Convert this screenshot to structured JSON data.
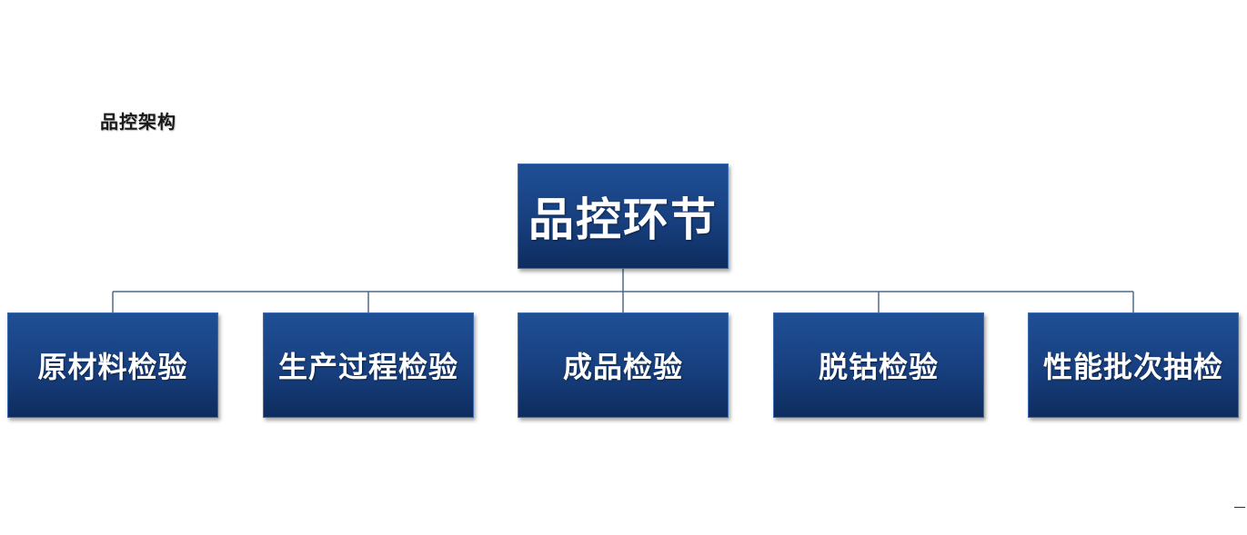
{
  "heading": "品控架构",
  "root": {
    "label": "品控环节"
  },
  "children": [
    {
      "label": "原材料检验"
    },
    {
      "label": "生产过程检验"
    },
    {
      "label": "成品检验"
    },
    {
      "label": "脱钴检验"
    },
    {
      "label": "性能批次抽检"
    }
  ],
  "colors": {
    "node_fill_top": "#1f4f96",
    "node_fill_bottom": "#0e2c5e",
    "connector": "#4a6a8a",
    "text": "#ffffff"
  }
}
